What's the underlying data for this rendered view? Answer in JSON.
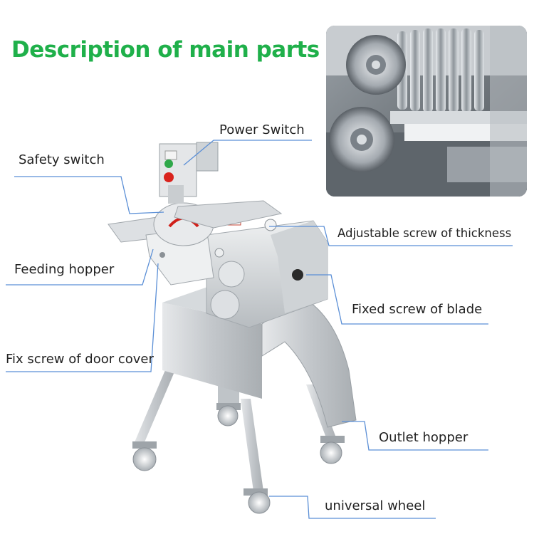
{
  "title": "Description of main parts",
  "labels": {
    "power_switch": "Power Switch",
    "safety_switch": "Safety switch",
    "adjustable_screw": "Adjustable screw of  thickness",
    "feeding_hopper": "Feeding hopper",
    "fixed_screw_blade": "Fixed screw of blade",
    "fix_screw_door": "Fix screw of door cover",
    "outlet_hopper": "Outlet hopper",
    "universal_wheel": "universal wheel"
  },
  "colors": {
    "title": "#1fb04a",
    "leader_line": "#5b8fd6",
    "steel": "#c9cdd1"
  }
}
